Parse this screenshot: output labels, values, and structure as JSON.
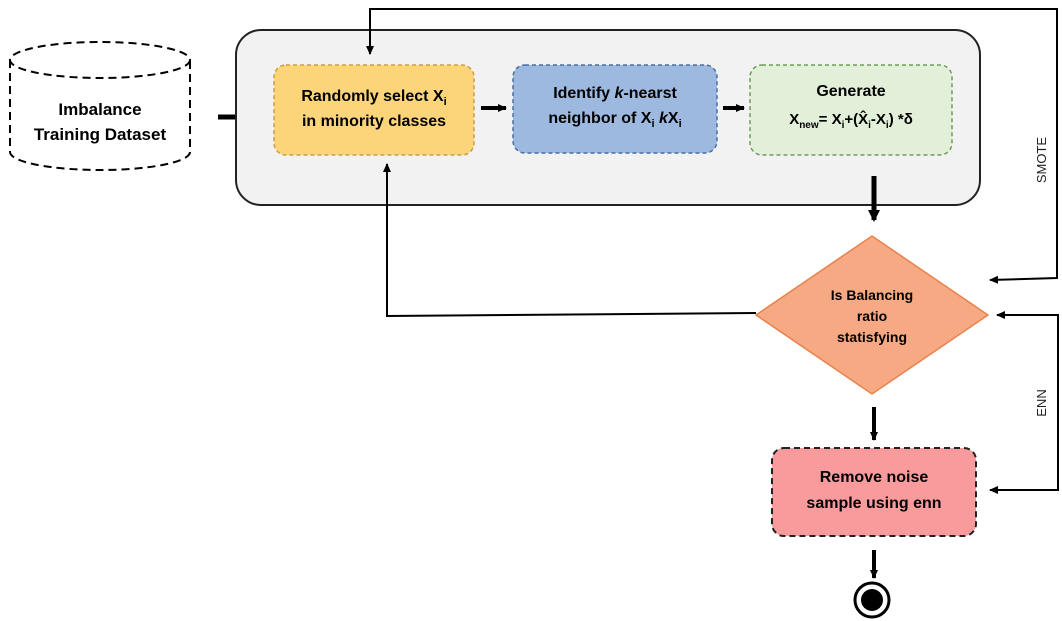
{
  "nodes": {
    "dataset": {
      "line1": "Imbalance",
      "line2": "Training Dataset"
    },
    "select": {
      "line1_prefix": "Randomly select X",
      "line1_sub": "i",
      "line2": "in minority classes",
      "fill": "#fcd57a",
      "stroke": "#c9a03c"
    },
    "identify": {
      "line1_prefix": "Identify ",
      "line1_italic": "k",
      "line1_suffix": "-nearst",
      "line2_prefix": "neighbor of X",
      "line2_sub": "i",
      "line2_italic": " k",
      "line2_x": "X",
      "line2_sub2": "i",
      "fill": "#9db9e0",
      "stroke": "#4a6fa5"
    },
    "generate": {
      "line1": "Generate",
      "formula_x": "X",
      "formula_new": "new",
      "formula_eq": "= X",
      "formula_i": "i",
      "formula_plus": "+(X̂",
      "formula_i2": "i",
      "formula_minus": "-X",
      "formula_i3": "i",
      "formula_tail": ") *δ",
      "fill": "#e2efd9",
      "stroke": "#6e9e55"
    },
    "decision": {
      "line1": "Is Balancing",
      "line2": "ratio",
      "line3": "statisfying",
      "fill": "#f6a982",
      "stroke": "#e8834e"
    },
    "remove": {
      "line1": "Remove noise",
      "line2": "sample using enn",
      "fill": "#f99a9c",
      "stroke": "#222222"
    }
  },
  "edges": {
    "smote_label": "SMOTE",
    "enn_label": "ENN"
  },
  "colors": {
    "container_fill": "#f2f2f2",
    "container_stroke": "#222222",
    "arrow": "#000000"
  }
}
